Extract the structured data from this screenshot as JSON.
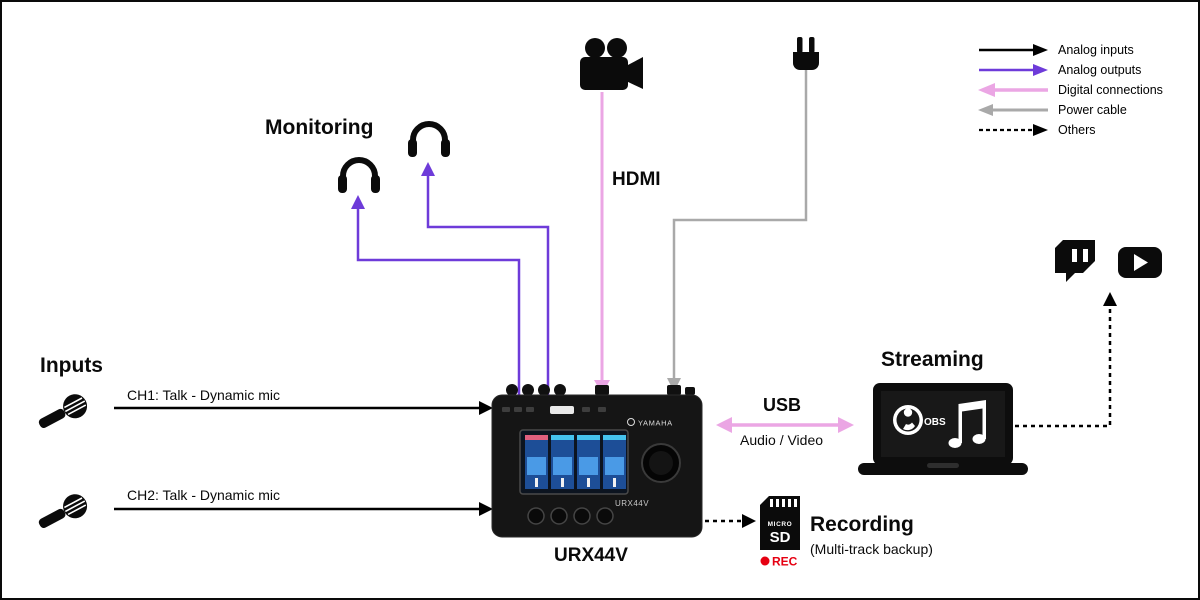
{
  "colors": {
    "analog_input": "#000000",
    "analog_output": "#6e3bd9",
    "digital": "#eba6e4",
    "power": "#a9a9a9",
    "others": "#000000",
    "rec_red": "#e60012"
  },
  "legend": {
    "items": [
      {
        "label": "Analog inputs",
        "color": "#000000"
      },
      {
        "label": "Analog outputs",
        "color": "#6e3bd9"
      },
      {
        "label": "Digital connections",
        "color": "#eba6e4"
      },
      {
        "label": "Power cable",
        "color": "#a9a9a9"
      },
      {
        "label": "Others",
        "color": "#000000"
      }
    ]
  },
  "labels": {
    "monitoring": "Monitoring",
    "hdmi": "HDMI",
    "inputs": "Inputs",
    "ch1": "CH1: Talk - Dynamic mic",
    "ch2": "CH2: Talk - Dynamic mic",
    "usb": "USB",
    "usb_sub": "Audio / Video",
    "streaming": "Streaming",
    "device": "URX44V",
    "recording": "Recording",
    "recording_sub": "(Multi-track backup)"
  },
  "device": {
    "brand": "YAMAHA",
    "model": "URX44V"
  },
  "streaming": {
    "obs": "OBS"
  },
  "sd_card": {
    "micro": "MICRO",
    "sd": "SD",
    "rec": "REC"
  }
}
